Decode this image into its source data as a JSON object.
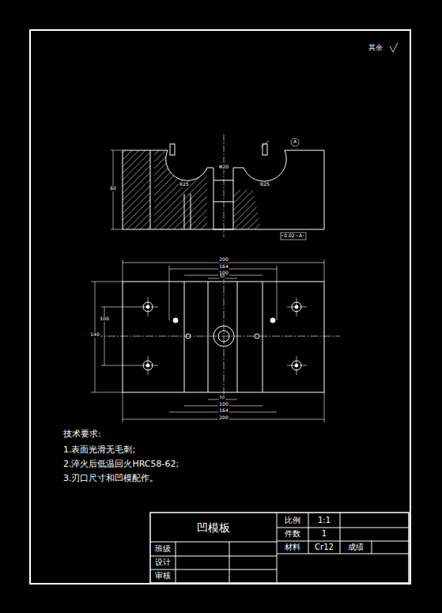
{
  "diagram": {
    "labels": [
      "其余",
      "技术要求:",
      "1.表面光滑无毛刺;",
      "2.淬火后低温回火HRC58-62;",
      "3.刃口尺寸和凹模配作。",
      "凹模板",
      "比例",
      "1:1",
      "件数",
      "1",
      "材料",
      "Cr12",
      "成绩",
      "班级",
      "设计",
      "审核",
      "200",
      "164",
      "100",
      "50",
      "50",
      "100",
      "164",
      "200",
      "140",
      "100",
      "60",
      "R25",
      "R25",
      "Φ20",
      "0.02",
      "A",
      "A"
    ]
  }
}
